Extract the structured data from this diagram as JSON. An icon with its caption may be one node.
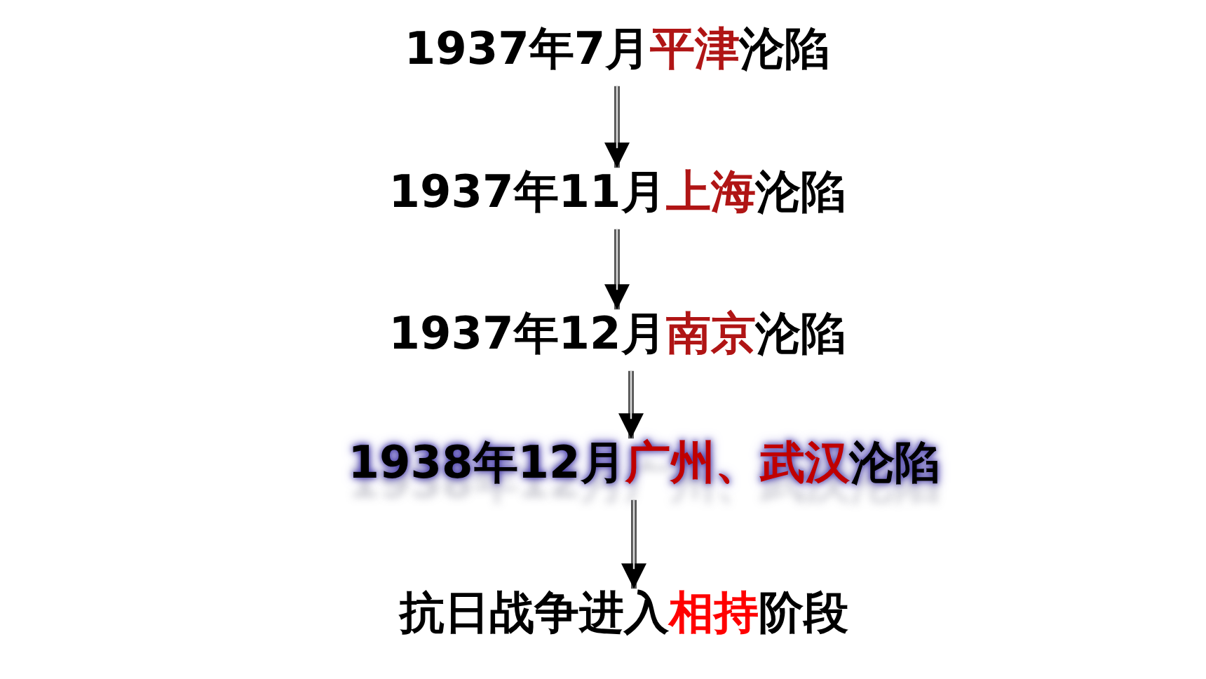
{
  "diagram": {
    "nodes": [
      {
        "text": [
          "1937年7月**平津**沦陷"
        ]
      },
      {
        "text": [
          "1937年11月**上海**沦陷"
        ]
      },
      {
        "text": [
          "1937年12月**南京**沦陷"
        ]
      },
      {
        "text": [
          "1938年12月**广州、武汉**沦陷"
        ]
      },
      {
        "text": [
          "抗日战争进入**相持**阶段"
        ]
      }
    ],
    "edges": [
      {
        "from": 0,
        "to": 1,
        "arrow": "to"
      },
      {
        "from": 1,
        "to": 2,
        "arrow": "to"
      },
      {
        "from": 2,
        "to": 3,
        "arrow": "to"
      },
      {
        "from": 3,
        "to": 4,
        "arrow": "to"
      }
    ]
  }
}
